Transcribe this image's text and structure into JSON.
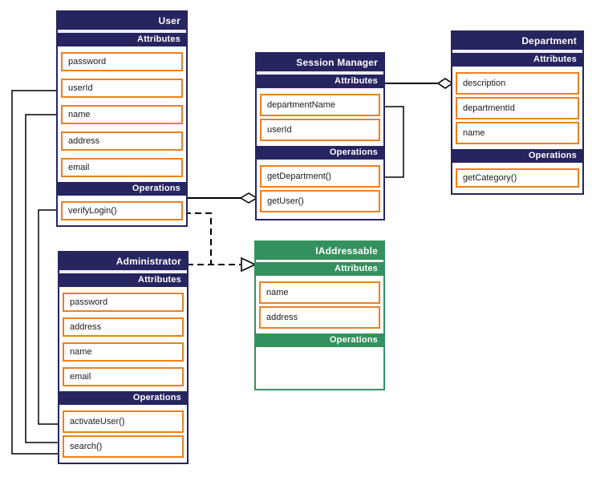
{
  "labels": {
    "attributes": "Attributes",
    "operations": "Operations"
  },
  "classes": {
    "user": {
      "title": "User",
      "attributes": [
        "password",
        "userId",
        "name",
        "address",
        "email"
      ],
      "operations": [
        "verifyLogin()"
      ]
    },
    "session_manager": {
      "title": "Session Manager",
      "attributes": [
        "departmentName",
        "userId"
      ],
      "operations": [
        "getDepartment()",
        "getUser()"
      ]
    },
    "department": {
      "title": "Department",
      "attributes": [
        "description",
        "departmentId",
        "name"
      ],
      "operations": [
        "getCategory()"
      ]
    },
    "administrator": {
      "title": "Administrator",
      "attributes": [
        "password",
        "address",
        "name",
        "email"
      ],
      "operations": [
        "activateUser()",
        "search()"
      ]
    },
    "iaddressable": {
      "title": "IAddressable",
      "attributes": [
        "name",
        "address"
      ],
      "operations": []
    }
  },
  "colors": {
    "class_header": "#262560",
    "interface_header": "#33915f",
    "attribute_border": "#ee7f1e",
    "separator_strip": "#eeeef4",
    "connector": "#000000"
  },
  "relationships": [
    {
      "type": "aggregation",
      "from": "User.verifyLogin()",
      "to": "Session Manager.getUser()",
      "diamond_at": "Session Manager",
      "line": "solid"
    },
    {
      "type": "aggregation",
      "from": "Session Manager",
      "to": "Department.description",
      "diamond_at": "Department",
      "line": "solid"
    },
    {
      "type": "association",
      "from": "Session Manager.departmentName",
      "to": "Session Manager.getDepartment()",
      "line": "solid"
    },
    {
      "type": "realization",
      "from": "User.verifyLogin()",
      "to": "IAddressable",
      "line": "dashed",
      "arrow": "hollow-triangle"
    },
    {
      "type": "realization",
      "from": "Administrator",
      "to": "IAddressable",
      "line": "dashed",
      "arrow": "hollow-triangle"
    },
    {
      "type": "association",
      "from": "User.userId",
      "to": "Administrator.search()",
      "line": "solid"
    },
    {
      "type": "association",
      "from": "User.name",
      "to": "Administrator.search()",
      "line": "solid"
    },
    {
      "type": "association",
      "from": "User.verifyLogin()",
      "to": "Administrator.activateUser()",
      "line": "solid"
    }
  ]
}
